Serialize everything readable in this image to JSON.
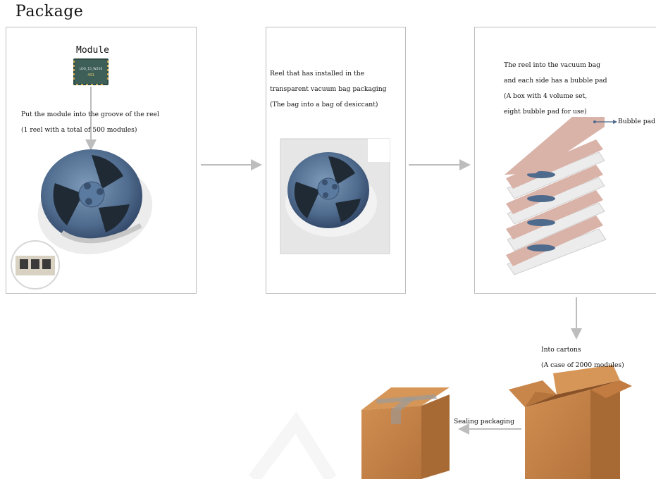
{
  "title": "Package",
  "panel1": {
    "module_label": "Module",
    "chip_label": "LOG_15_W256",
    "line1": "Put the module into the groove of the reel",
    "line2": "(1 reel with a total of 500 modules)"
  },
  "panel2": {
    "line1": "Reel that has installed in the",
    "line2": "transparent vacuum bag packaging",
    "line3": "(The bag into a bag of desiccant)"
  },
  "panel3": {
    "line1": "The reel into the vacuum bag",
    "line2": "and each side has a bubble pad",
    "line3": "(A box with 4 volume set,",
    "line4": "eight bubble pad for use)",
    "bubble_label": "Bubble pad"
  },
  "cartons": {
    "line1": "Into cartons",
    "line2": "(A case of 2000 modules)"
  },
  "sealing": {
    "label": "Sealing packaging"
  },
  "colors": {
    "reel_blue": "#4e6a8c",
    "pad_pink": "#d9b2a8",
    "box_brown": "#c9864a",
    "arrow_gray": "#bdbdbd"
  }
}
